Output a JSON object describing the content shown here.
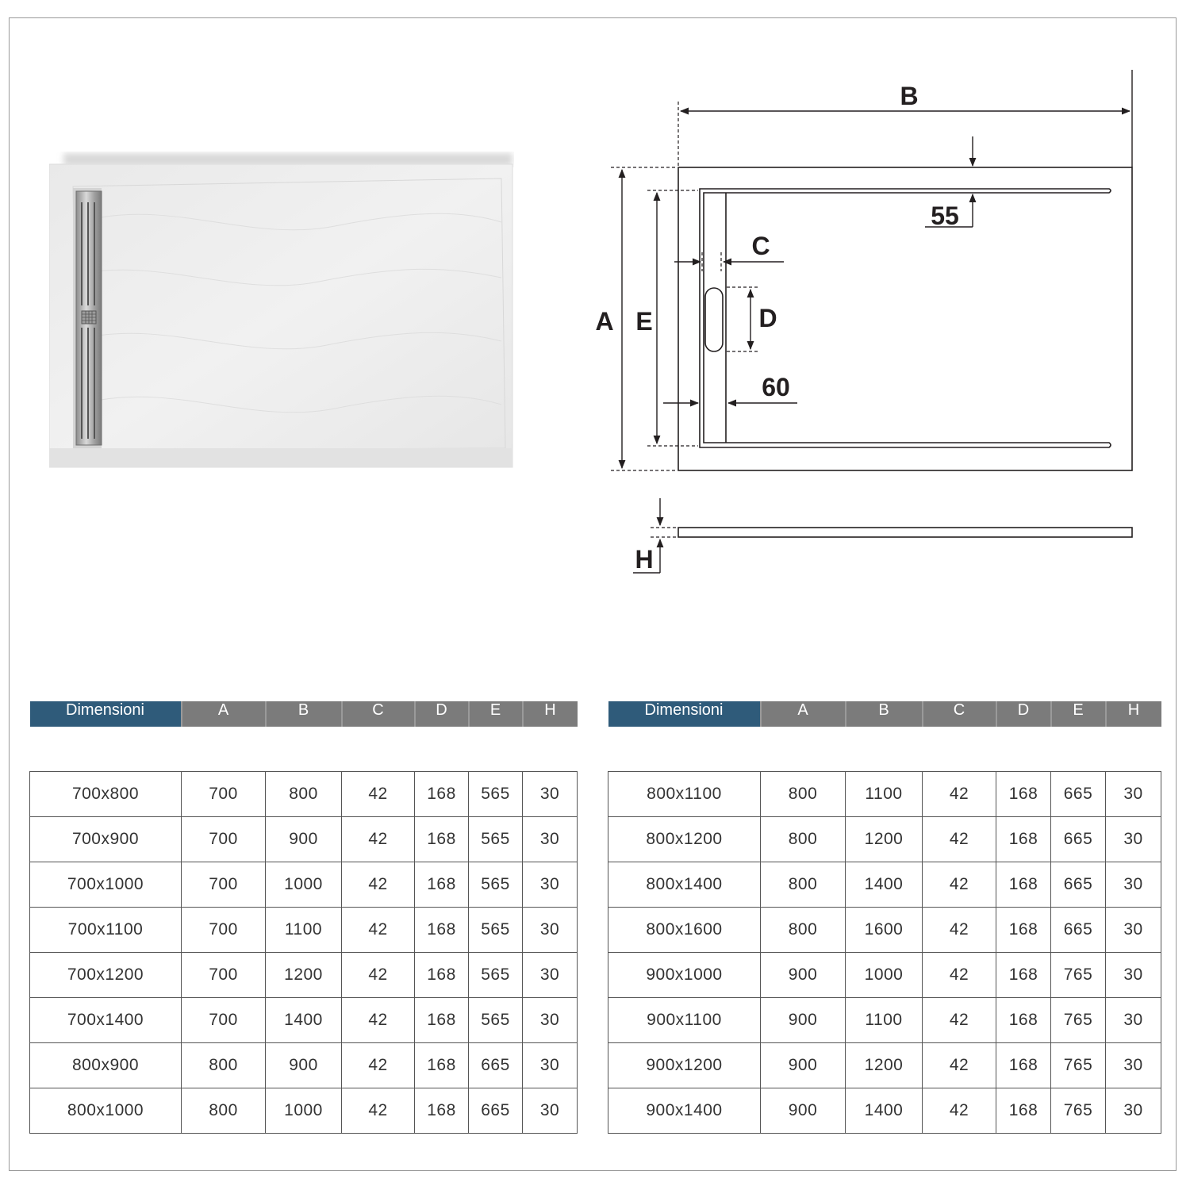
{
  "drawing": {
    "labels": {
      "A": "A",
      "B": "B",
      "C": "C",
      "D": "D",
      "E": "E",
      "H": "H",
      "dim55": "55",
      "dim60": "60"
    }
  },
  "tables": [
    {
      "headers": [
        "Dimensioni",
        "A",
        "B",
        "C",
        "D",
        "E",
        "H"
      ],
      "rows": [
        [
          "700x800",
          "700",
          "800",
          "42",
          "168",
          "565",
          "30"
        ],
        [
          "700x900",
          "700",
          "900",
          "42",
          "168",
          "565",
          "30"
        ],
        [
          "700x1000",
          "700",
          "1000",
          "42",
          "168",
          "565",
          "30"
        ],
        [
          "700x1100",
          "700",
          "1100",
          "42",
          "168",
          "565",
          "30"
        ],
        [
          "700x1200",
          "700",
          "1200",
          "42",
          "168",
          "565",
          "30"
        ],
        [
          "700x1400",
          "700",
          "1400",
          "42",
          "168",
          "565",
          "30"
        ],
        [
          "800x900",
          "800",
          "900",
          "42",
          "168",
          "665",
          "30"
        ],
        [
          "800x1000",
          "800",
          "1000",
          "42",
          "168",
          "665",
          "30"
        ]
      ]
    },
    {
      "headers": [
        "Dimensioni",
        "A",
        "B",
        "C",
        "D",
        "E",
        "H"
      ],
      "rows": [
        [
          "800x1100",
          "800",
          "1100",
          "42",
          "168",
          "665",
          "30"
        ],
        [
          "800x1200",
          "800",
          "1200",
          "42",
          "168",
          "665",
          "30"
        ],
        [
          "800x1400",
          "800",
          "1400",
          "42",
          "168",
          "665",
          "30"
        ],
        [
          "800x1600",
          "800",
          "1600",
          "42",
          "168",
          "665",
          "30"
        ],
        [
          "900x1000",
          "900",
          "1000",
          "42",
          "168",
          "765",
          "30"
        ],
        [
          "900x1100",
          "900",
          "1100",
          "42",
          "168",
          "765",
          "30"
        ],
        [
          "900x1200",
          "900",
          "1200",
          "42",
          "168",
          "765",
          "30"
        ],
        [
          "900x1400",
          "900",
          "1400",
          "42",
          "168",
          "765",
          "30"
        ]
      ]
    }
  ],
  "colors": {
    "header_primary": "#2f5b7a",
    "header_secondary": "#7b7b7b",
    "line": "#231f20"
  }
}
